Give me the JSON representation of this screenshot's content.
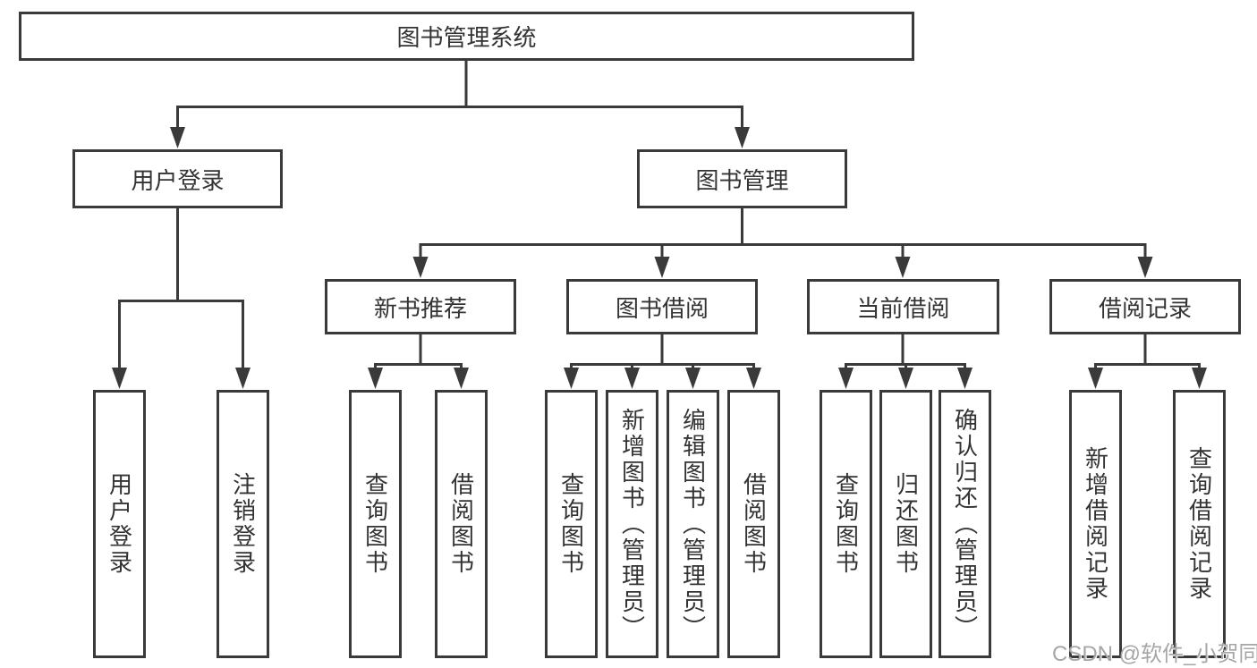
{
  "diagram": {
    "title": "图书管理系统",
    "level2": [
      {
        "label": "用户登录",
        "leaves": [
          "用户登录",
          "注销登录"
        ]
      },
      {
        "label": "图书管理"
      }
    ],
    "level3": [
      {
        "label": "新书推荐",
        "leaves": [
          "查询图书",
          "借阅图书"
        ]
      },
      {
        "label": "图书借阅",
        "leaves": [
          "查询图书",
          "新增图书（管理员）",
          "编辑图书（管理员）",
          "借阅图书"
        ]
      },
      {
        "label": "当前借阅",
        "leaves": [
          "查询图书",
          "归还图书",
          "确认归还（管理员）"
        ]
      },
      {
        "label": "借阅记录",
        "leaves": [
          "新增借阅记录",
          "查询借阅记录"
        ]
      }
    ]
  },
  "watermark": {
    "text": "CSDN @软件_小贺同学"
  },
  "colors": {
    "line": "#3a3a3a",
    "text": "#333333",
    "watermark": "#a6a6a6",
    "background": "#ffffff"
  }
}
